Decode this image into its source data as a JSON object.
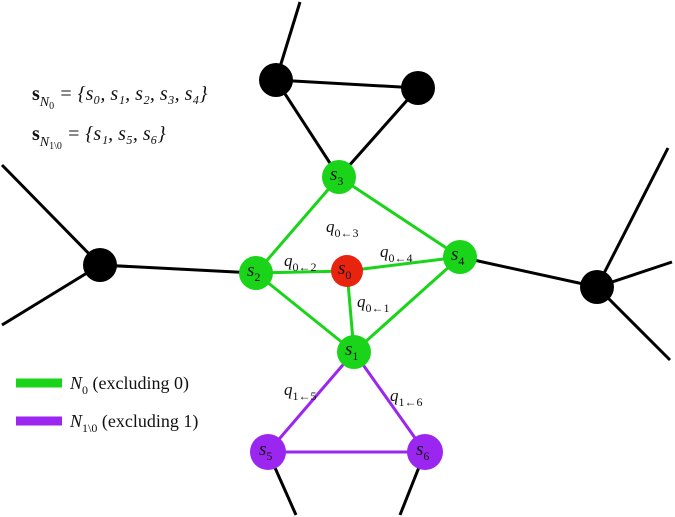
{
  "formulas": {
    "n0": {
      "lhs": "s",
      "lhs_sub": "N",
      "lhs_subsub": "0",
      "rhs": "= {s₀, s₁, s₂, s₃, s₄}"
    },
    "n1": {
      "lhs": "s",
      "lhs_sub": "N",
      "lhs_subsub": "1\\0",
      "rhs": "= {s₁, s₅, s₆}"
    }
  },
  "nodes": [
    {
      "id": "s0",
      "label": "s",
      "sub": "0",
      "color": "#e8230e"
    },
    {
      "id": "s1",
      "label": "s",
      "sub": "1",
      "color": "#19d419"
    },
    {
      "id": "s2",
      "label": "s",
      "sub": "2",
      "color": "#19d419"
    },
    {
      "id": "s3",
      "label": "s",
      "sub": "3",
      "color": "#19d419"
    },
    {
      "id": "s4",
      "label": "s",
      "sub": "4",
      "color": "#19d419"
    },
    {
      "id": "s5",
      "label": "s",
      "sub": "5",
      "color": "#9b26f0"
    },
    {
      "id": "s6",
      "label": "s",
      "sub": "6",
      "color": "#9b26f0"
    }
  ],
  "edge_labels": [
    {
      "text": "q",
      "sub": "0←3"
    },
    {
      "text": "q",
      "sub": "0←2"
    },
    {
      "text": "q",
      "sub": "0←4"
    },
    {
      "text": "q",
      "sub": "0←1"
    },
    {
      "text": "q",
      "sub": "1←5"
    },
    {
      "text": "q",
      "sub": "1←6"
    }
  ],
  "legend": [
    {
      "label": "N",
      "sub": "0",
      "suffix": " (excluding 0)",
      "color": "#19d419"
    },
    {
      "label": "N",
      "sub": "1\\0",
      "suffix": " (excluding 1)",
      "color": "#9b26f0"
    }
  ],
  "colors": {
    "green": "#19d419",
    "purple": "#9b26f0",
    "red": "#e8230e",
    "black": "#000000"
  }
}
